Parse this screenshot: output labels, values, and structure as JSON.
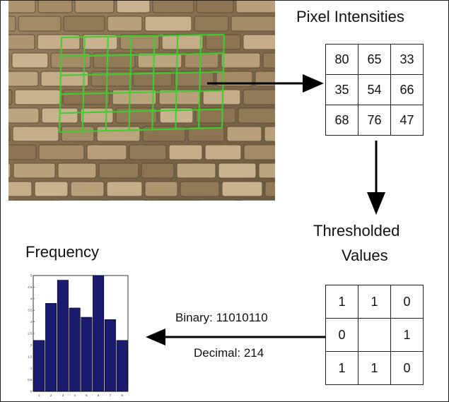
{
  "pixel_intensities": {
    "title": "Pixel Intensities",
    "rows": [
      [
        "80",
        "65",
        "33"
      ],
      [
        "35",
        "54",
        "66"
      ],
      [
        "68",
        "76",
        "47"
      ]
    ]
  },
  "thresholded": {
    "title_line1": "Thresholded",
    "title_line2": "Values",
    "rows": [
      [
        "1",
        "1",
        "0"
      ],
      [
        "0",
        "",
        "1"
      ],
      [
        "1",
        "1",
        "0"
      ]
    ]
  },
  "codes": {
    "binary": "Binary: 11010110",
    "decimal": "Decimal: 214"
  },
  "frequency": {
    "title": "Frequency"
  },
  "chart_data": {
    "type": "bar",
    "categories": [
      "1",
      "2",
      "3",
      "4",
      "5",
      "6",
      "7",
      "8"
    ],
    "values": [
      2.2,
      3.8,
      4.8,
      3.6,
      3.2,
      5.0,
      3.1,
      2.2
    ],
    "ylim": [
      0,
      5
    ],
    "yticks": [
      "0",
      "0.5",
      "1",
      "1.5",
      "2",
      "2.5",
      "3",
      "3.5",
      "4",
      "4.5",
      "5"
    ],
    "bar_color": "#1a1a6e"
  },
  "colors": {
    "grid_overlay": "#39d12b",
    "arrow": "#000000"
  }
}
